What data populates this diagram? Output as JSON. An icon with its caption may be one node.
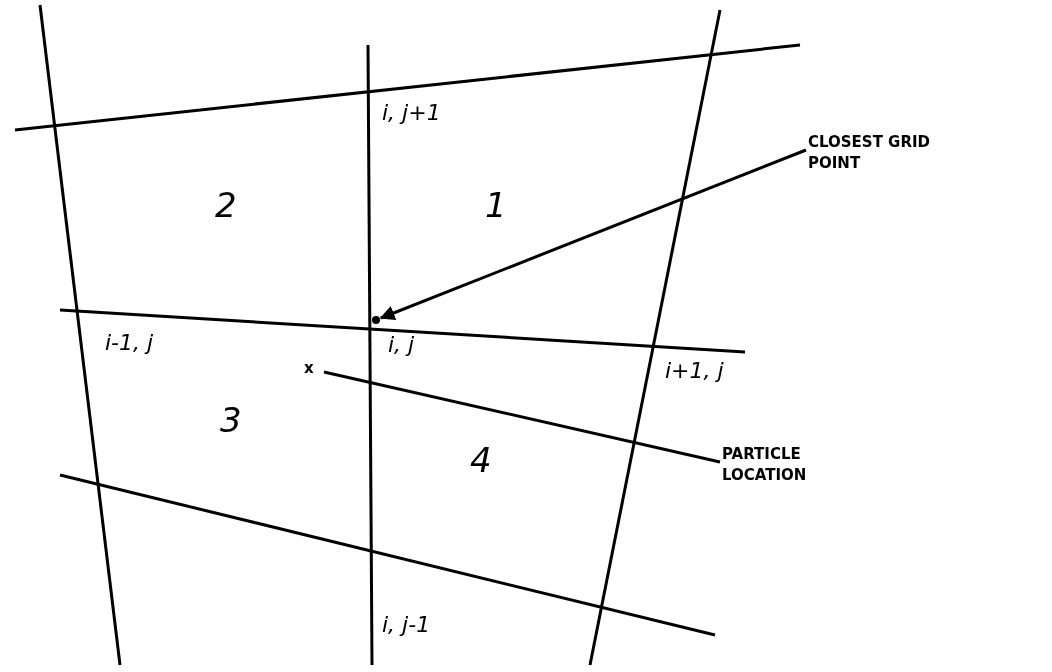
{
  "diagram": {
    "nodes": [
      {
        "text": [
          "CLOSEST GRID POINT"
        ]
      },
      {
        "text": [],
        "shape": "circle"
      },
      {
        "text": [
          "PARTICLE LOCATION"
        ]
      },
      {
        "text": [
          "x"
        ]
      }
    ],
    "edges": [
      {
        "from": 0,
        "to": 1,
        "arrow": "to"
      },
      {
        "from": 2,
        "to": 3,
        "arrow": "none"
      }
    ],
    "labels": [
      "i, j+1",
      "2",
      "1",
      "i-1, j",
      "i, j",
      "i+1, j",
      "3",
      "4",
      "i, j-1"
    ]
  }
}
